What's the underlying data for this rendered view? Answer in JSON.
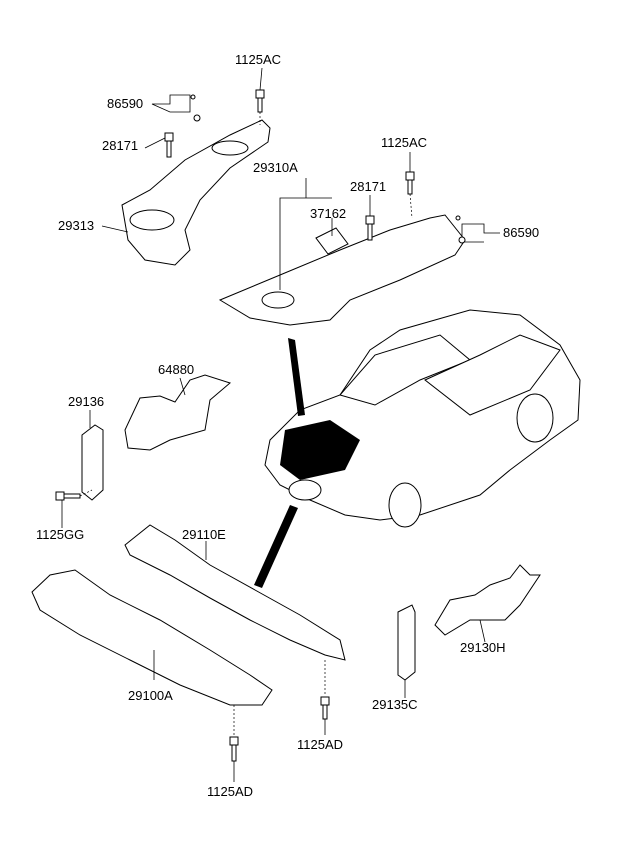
{
  "labels": {
    "p1125ac_top": "1125AC",
    "p86590_left": "86590",
    "p28171_left": "28171",
    "p29313": "29313",
    "p29310a": "29310A",
    "p1125ac_right": "1125AC",
    "p28171_right": "28171",
    "p37162": "37162",
    "p86590_right": "86590",
    "p64880": "64880",
    "p29136": "29136",
    "p1125gg": "1125GG",
    "p29110e": "29110E",
    "p29100a": "29100A",
    "p1125ad_right": "1125AD",
    "p1125ad_bottom": "1125AD",
    "p29135c": "29135C",
    "p29130h": "29130H"
  }
}
